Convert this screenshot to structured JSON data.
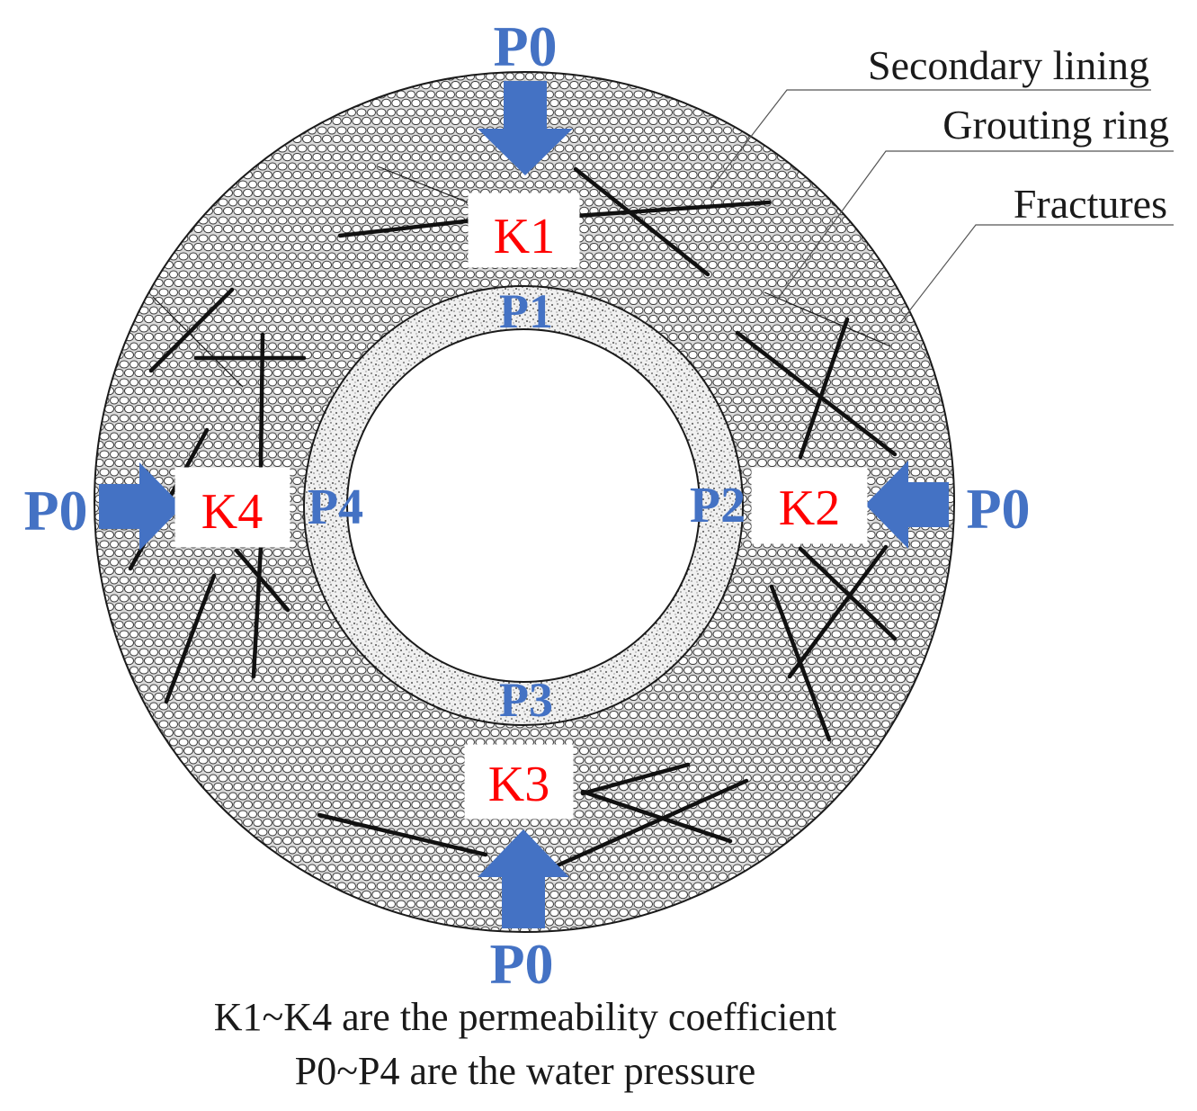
{
  "colors": {
    "pressure_blue": "#4472c4",
    "coefficient_red": "#ff0000",
    "ink": "#1a1a1a",
    "rock_fill": "#d9d9d9",
    "lining_fill": "#f2f2f2"
  },
  "labels": {
    "secondary_lining": "Secondary lining",
    "grouting_ring": "Grouting ring",
    "fractures": "Fractures"
  },
  "pressures": {
    "top_outer": "P0",
    "right_outer": "P0",
    "bottom_outer": "P0",
    "left_outer": "P0",
    "p1": "P1",
    "p2": "P2",
    "p3": "P3",
    "p4": "P4"
  },
  "coefficients": {
    "k1": "K1",
    "k2": "K2",
    "k3": "K3",
    "k4": "K4"
  },
  "caption": {
    "line1": "K1~K4 are the permeability coefficient",
    "line2": "P0~P4 are the water pressure"
  }
}
